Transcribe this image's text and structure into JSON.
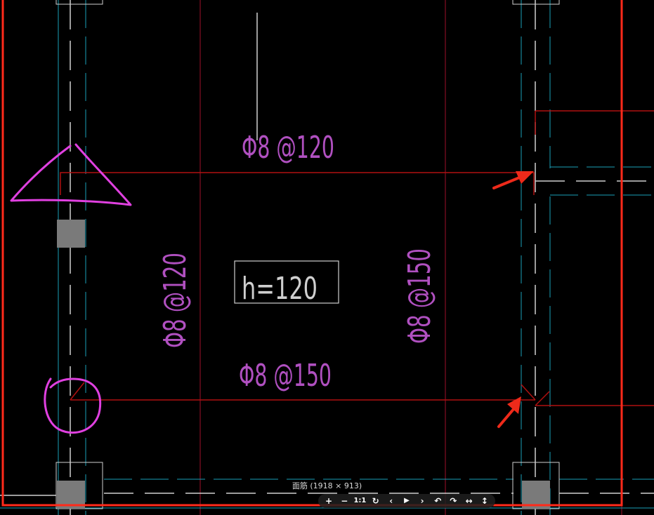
{
  "drawing": {
    "labels": {
      "top": "Φ8 @120",
      "bottom": "Φ8 @150",
      "left": "Φ8 @120",
      "right": "Φ8 @150",
      "thickness": "h=120"
    }
  },
  "viewer": {
    "caption": "面筋 (1918 × 913)",
    "toolbar": {
      "zoom_in": "+",
      "zoom_out": "−",
      "actual_size": "1:1",
      "rotate": "↻",
      "prev": "‹",
      "play": "▶",
      "next": "›",
      "undo": "↶",
      "redo": "↷",
      "fit_width": "↔",
      "fit_height": "↕"
    }
  },
  "colors": {
    "background": "#000000",
    "border_red": "#ff2a1a",
    "rebar_red": "#b01010",
    "grid_line": "#a0102a",
    "axis_cyan": "#1aa0b8",
    "wall_white": "#cfcfcf",
    "text_magenta": "#b050c0",
    "annotation_magenta": "#e040e0",
    "arrow_red": "#ee2a1a",
    "column_fill": "#7a7a7a"
  }
}
